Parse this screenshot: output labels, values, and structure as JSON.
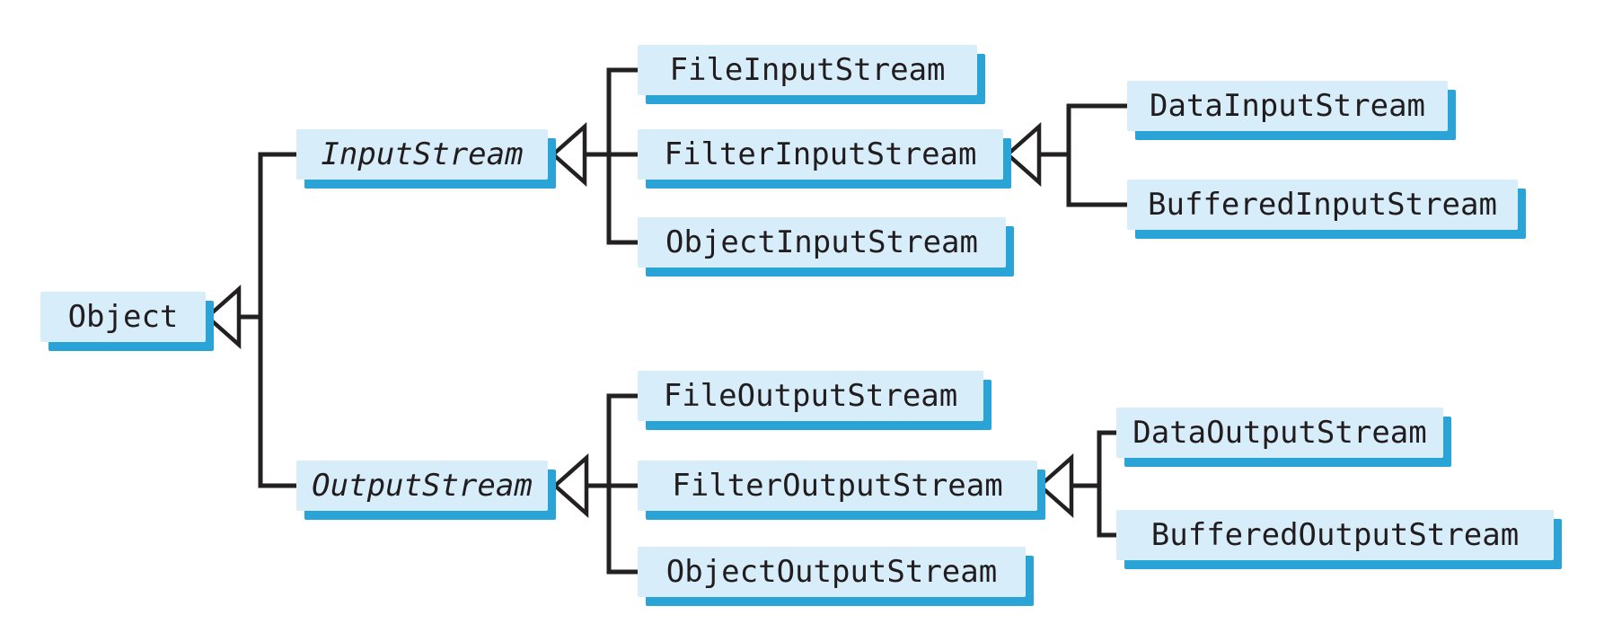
{
  "diagram": {
    "description": "Class hierarchy diagram of Java byte stream I/O classes",
    "colors": {
      "box_fill": "#d8edfa",
      "box_shadow": "#2aa4d6",
      "line": "#232021",
      "text": "#211d1e",
      "background": "#ffffff"
    },
    "nodes": {
      "object": {
        "label": "Object",
        "italic": false
      },
      "input_stream": {
        "label": "InputStream",
        "italic": true
      },
      "file_input": {
        "label": "FileInputStream",
        "italic": false
      },
      "filter_input": {
        "label": "FilterInputStream",
        "italic": false
      },
      "object_input": {
        "label": "ObjectInputStream",
        "italic": false
      },
      "data_input": {
        "label": "DataInputStream",
        "italic": false
      },
      "buffered_input": {
        "label": "BufferedInputStream",
        "italic": false
      },
      "output_stream": {
        "label": "OutputStream",
        "italic": true
      },
      "file_output": {
        "label": "FileOutputStream",
        "italic": false
      },
      "filter_output": {
        "label": "FilterOutputStream",
        "italic": false
      },
      "object_output": {
        "label": "ObjectOutputStream",
        "italic": false
      },
      "data_output": {
        "label": "DataOutputStream",
        "italic": false
      },
      "buffered_output": {
        "label": "BufferedOutputStream",
        "italic": false
      }
    },
    "edges": [
      {
        "from": "InputStream",
        "to": "Object"
      },
      {
        "from": "OutputStream",
        "to": "Object"
      },
      {
        "from": "FileInputStream",
        "to": "InputStream"
      },
      {
        "from": "FilterInputStream",
        "to": "InputStream"
      },
      {
        "from": "ObjectInputStream",
        "to": "InputStream"
      },
      {
        "from": "DataInputStream",
        "to": "FilterInputStream"
      },
      {
        "from": "BufferedInputStream",
        "to": "FilterInputStream"
      },
      {
        "from": "FileOutputStream",
        "to": "OutputStream"
      },
      {
        "from": "FilterOutputStream",
        "to": "OutputStream"
      },
      {
        "from": "ObjectOutputStream",
        "to": "OutputStream"
      },
      {
        "from": "DataOutputStream",
        "to": "FilterOutputStream"
      },
      {
        "from": "BufferedOutputStream",
        "to": "FilterOutputStream"
      }
    ]
  }
}
